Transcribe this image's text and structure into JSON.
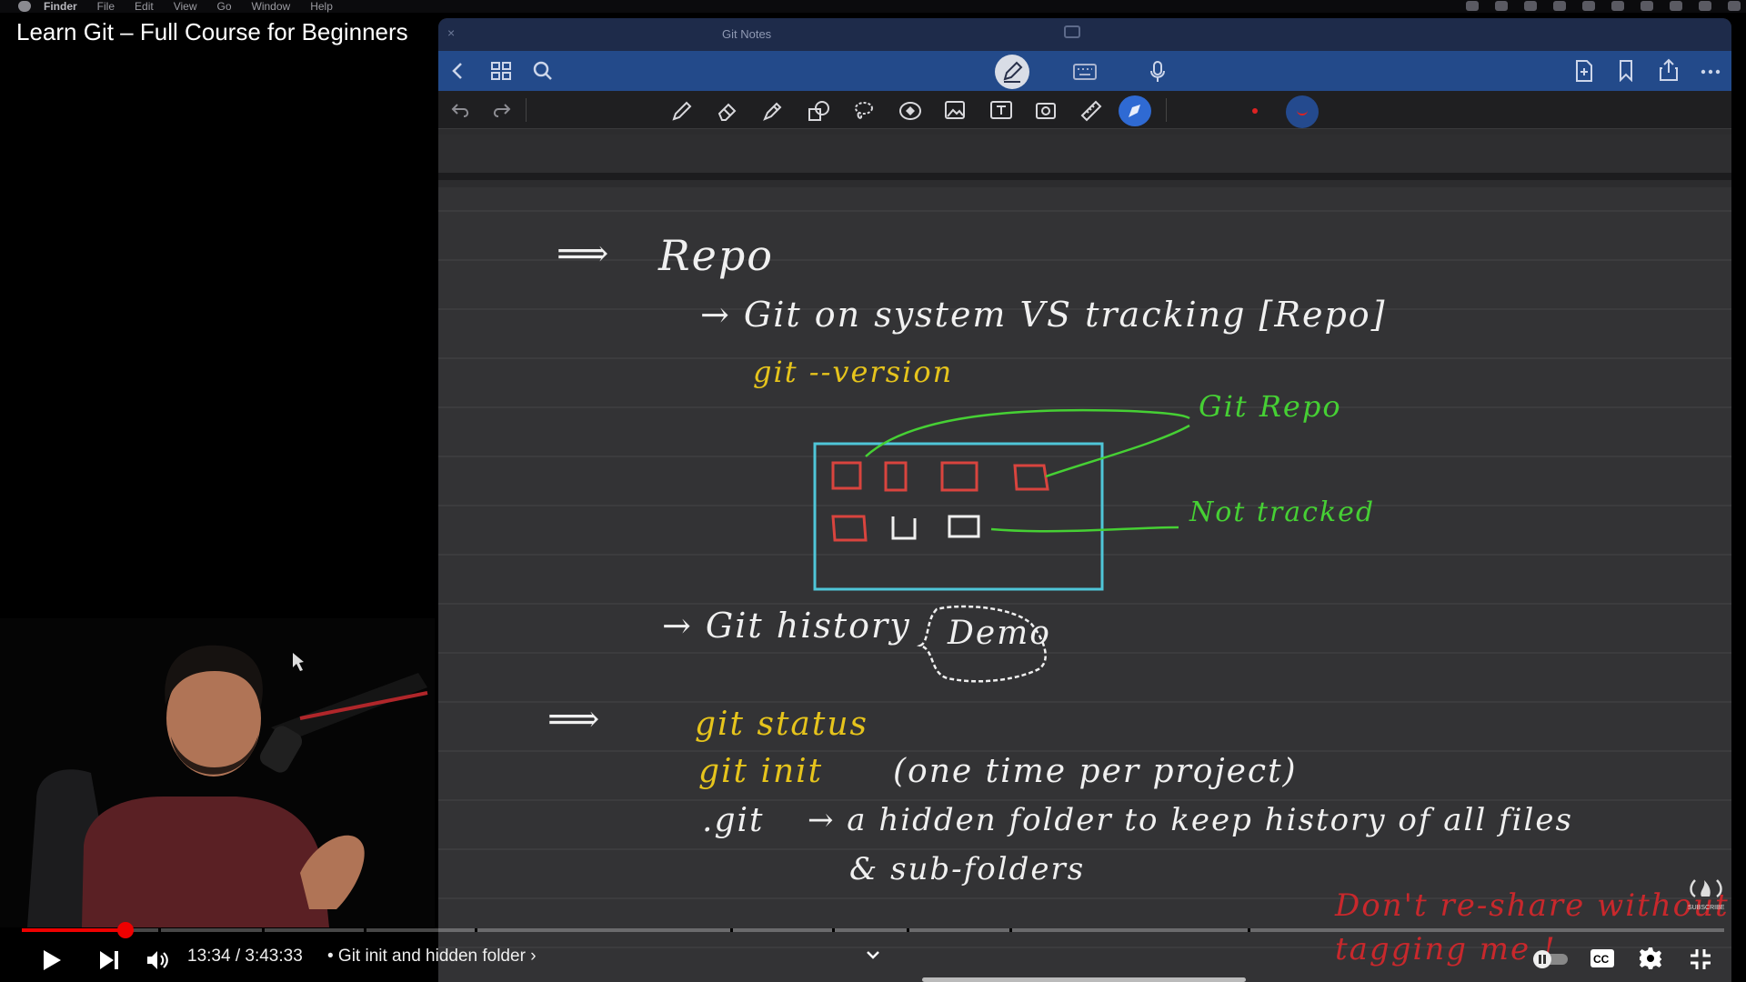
{
  "menubar": {
    "items": [
      "Finder",
      "File",
      "Edit",
      "View",
      "Go",
      "Window",
      "Help"
    ]
  },
  "video": {
    "title": "Learn Git – Full Course for Beginners"
  },
  "notes_app": {
    "document_title": "Git Notes",
    "close_label": "×",
    "nav_icons": [
      "back-chevron-icon",
      "grid-icon",
      "search-icon",
      "pen-mode-icon",
      "keyboard-icon",
      "microphone-icon",
      "add-page-icon",
      "bookmark-icon",
      "share-icon",
      "more-icon"
    ],
    "tool_icons": [
      "undo-icon",
      "redo-icon",
      "pen-icon",
      "eraser-icon",
      "highlighter-icon",
      "shapes-icon",
      "lasso-icon",
      "sticker-icon",
      "image-icon",
      "text-icon",
      "camera-icon",
      "ruler-icon",
      "pointer-icon"
    ],
    "colors": {
      "selected": "#244a8e",
      "pen_red": "#d22222"
    }
  },
  "notes": {
    "arrow_1": "⟹",
    "repo_heading": "Repo",
    "line_git_system": "→ Git on system  VS  tracking [Repo]",
    "cmd_version": "git --version",
    "label_git_repo": "Git Repo",
    "label_not_tracked": "Not tracked",
    "line_history": "→ Git history",
    "demo_badge": "Demo",
    "arrow_2": "⟹",
    "cmd_status": "git status",
    "cmd_init": "git init",
    "init_note": "(one time per project)",
    "dot_git": ".git",
    "dot_git_desc": "→ a hidden folder to keep history of all files",
    "dot_git_desc_2": "& sub-folders",
    "watermark_1": "Don't re-share without",
    "watermark_2": "tagging me !",
    "colors": {
      "white": "#f0f0f0",
      "yellow": "#e6c41c",
      "green": "#46d034",
      "red": "#c8282c",
      "box": "#4fc6d8"
    }
  },
  "player": {
    "current_time": "13:34",
    "total_time": "3:43:33",
    "time_text": "13:34 / 3:43:33",
    "chapter_text": "• Git init and hidden folder",
    "progress_fraction": 0.0608,
    "chapter_markers": [
      0.08,
      0.141,
      0.201,
      0.266,
      0.416,
      0.476,
      0.52,
      0.58,
      0.72
    ],
    "subscribe_label": "SUBSCRIBE"
  }
}
